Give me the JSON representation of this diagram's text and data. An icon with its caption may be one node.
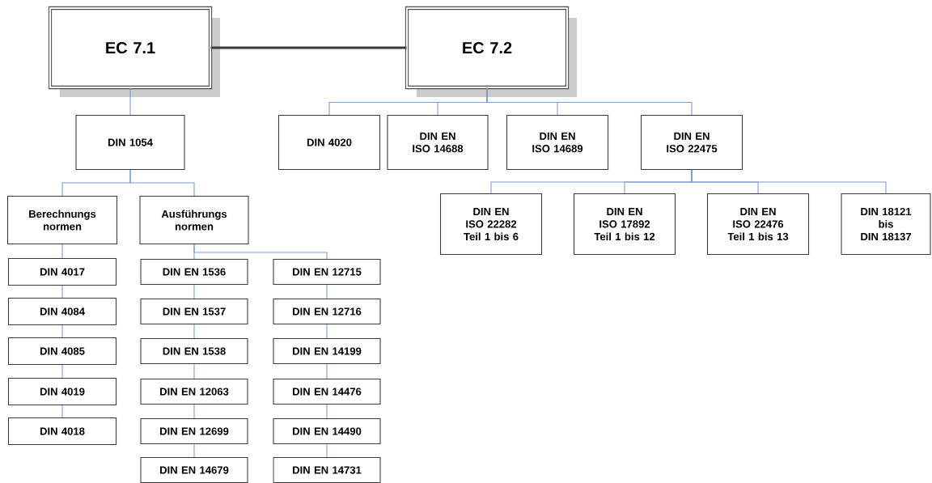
{
  "diagram": {
    "nodes": [
      {
        "text": [
          "EC 7.1"
        ]
      },
      {
        "text": [
          "EC 7.2"
        ]
      },
      {
        "text": [
          "DIN 1054"
        ]
      },
      {
        "text": [
          "Berechnungs normen"
        ]
      },
      {
        "text": [
          "Ausführungs normen"
        ]
      },
      {
        "text": [
          "DIN 4017"
        ]
      },
      {
        "text": [
          "DIN 4084"
        ]
      },
      {
        "text": [
          "DIN 4085"
        ]
      },
      {
        "text": [
          "DIN 4019"
        ]
      },
      {
        "text": [
          "DIN 4018"
        ]
      },
      {
        "text": [
          "DIN EN 1536"
        ]
      },
      {
        "text": [
          "DIN EN 1537"
        ]
      },
      {
        "text": [
          "DIN EN 1538"
        ]
      },
      {
        "text": [
          "DIN EN 12063"
        ]
      },
      {
        "text": [
          "DIN EN 12699"
        ]
      },
      {
        "text": [
          "DIN EN 14679"
        ]
      },
      {
        "text": [
          "DIN EN 12715"
        ]
      },
      {
        "text": [
          "DIN EN 12716"
        ]
      },
      {
        "text": [
          "DIN EN 14199"
        ]
      },
      {
        "text": [
          "DIN EN 14476"
        ]
      },
      {
        "text": [
          "DIN EN 14490"
        ]
      },
      {
        "text": [
          "DIN EN 14731"
        ]
      },
      {
        "text": [
          "DIN 4020"
        ]
      },
      {
        "text": [
          "DIN EN ISO 14688"
        ]
      },
      {
        "text": [
          "DIN EN ISO 14689"
        ]
      },
      {
        "text": [
          "DIN EN ISO 22475"
        ]
      },
      {
        "text": [
          "DIN EN ISO 22282",
          "Teil 1 bis 6"
        ]
      },
      {
        "text": [
          "DIN EN ISO 17892",
          "Teil 1 bis 12"
        ]
      },
      {
        "text": [
          "DIN EN ISO 22476",
          "Teil 1 bis 13"
        ]
      },
      {
        "text": [
          "DIN 18121",
          "bis",
          "DIN 18137"
        ]
      }
    ],
    "edges": [
      {
        "from": 0,
        "to": 1,
        "arrow": "none",
        "style": "thick",
        "color": "#3c3c3c"
      },
      {
        "from": 0,
        "to": 2,
        "arrow": "none"
      },
      {
        "from": 2,
        "to": 3,
        "arrow": "none"
      },
      {
        "from": 2,
        "to": 4,
        "arrow": "none"
      },
      {
        "from": 3,
        "to": 5,
        "arrow": "none"
      },
      {
        "from": 5,
        "to": 6,
        "arrow": "none"
      },
      {
        "from": 6,
        "to": 7,
        "arrow": "none"
      },
      {
        "from": 7,
        "to": 8,
        "arrow": "none"
      },
      {
        "from": 8,
        "to": 9,
        "arrow": "none"
      },
      {
        "from": 4,
        "to": 10,
        "arrow": "none"
      },
      {
        "from": 4,
        "to": 16,
        "arrow": "none"
      },
      {
        "from": 10,
        "to": 11,
        "arrow": "none"
      },
      {
        "from": 11,
        "to": 12,
        "arrow": "none"
      },
      {
        "from": 12,
        "to": 13,
        "arrow": "none"
      },
      {
        "from": 13,
        "to": 14,
        "arrow": "none"
      },
      {
        "from": 14,
        "to": 15,
        "arrow": "none"
      },
      {
        "from": 16,
        "to": 17,
        "arrow": "none"
      },
      {
        "from": 17,
        "to": 18,
        "arrow": "none"
      },
      {
        "from": 18,
        "to": 19,
        "arrow": "none"
      },
      {
        "from": 19,
        "to": 20,
        "arrow": "none"
      },
      {
        "from": 20,
        "to": 21,
        "arrow": "none"
      },
      {
        "from": 1,
        "to": 22,
        "arrow": "none"
      },
      {
        "from": 1,
        "to": 23,
        "arrow": "none"
      },
      {
        "from": 1,
        "to": 24,
        "arrow": "none"
      },
      {
        "from": 1,
        "to": 25,
        "arrow": "none"
      },
      {
        "from": 25,
        "to": 26,
        "arrow": "none"
      },
      {
        "from": 25,
        "to": 27,
        "arrow": "none"
      },
      {
        "from": 25,
        "to": 28,
        "arrow": "none"
      },
      {
        "from": 25,
        "to": 29,
        "arrow": "none"
      }
    ]
  }
}
